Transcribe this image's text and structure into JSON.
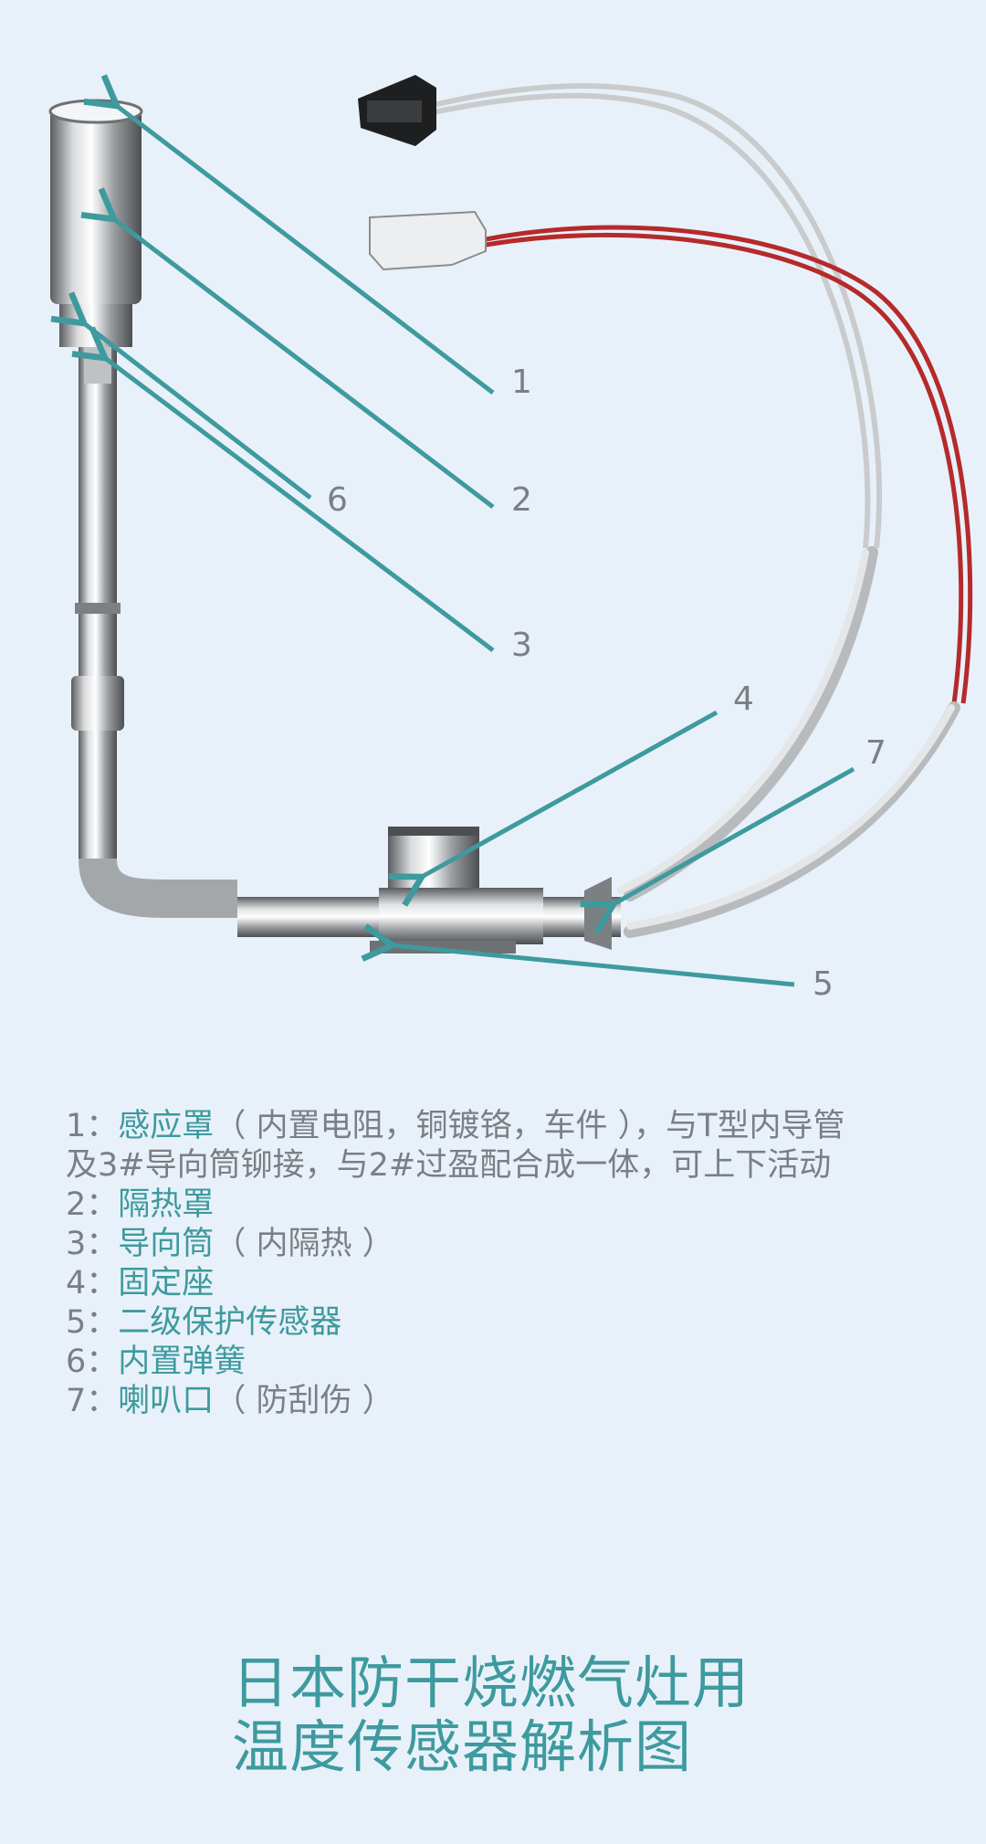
{
  "callouts": [
    "1",
    "2",
    "6",
    "3",
    "4",
    "7",
    "5"
  ],
  "legend": [
    {
      "num": "1",
      "sep": "：",
      "name": "感应罩",
      "note": "（ 内置电阻，铜镀铬，车件 ），与T型内导管"
    },
    {
      "num": "",
      "sep": "",
      "name": "",
      "note": "及3#导向筒铆接，与2#过盈配合成一体，可上下活动"
    },
    {
      "num": "2",
      "sep": "：",
      "name": "隔热罩",
      "note": ""
    },
    {
      "num": "3",
      "sep": "：",
      "name": "导向筒",
      "note": "（ 内隔热 ）"
    },
    {
      "num": "4",
      "sep": "：",
      "name": "固定座",
      "note": ""
    },
    {
      "num": "5",
      "sep": "：",
      "name": "二级保护传感器",
      "note": ""
    },
    {
      "num": "6",
      "sep": "：",
      "name": "内置弹簧",
      "note": ""
    },
    {
      "num": "7",
      "sep": "：",
      "name": "喇叭口",
      "note": "（ 防刮伤 ）"
    }
  ],
  "title": [
    "日本防干烧燃气灶用",
    "温度传感器解析图"
  ],
  "colors": {
    "background": "#e8f1fa",
    "arrow": "#3e9a9e",
    "label": "#7b7f83",
    "red_wire": "#b52a2a",
    "gray_wire": "#c9cbcd"
  }
}
